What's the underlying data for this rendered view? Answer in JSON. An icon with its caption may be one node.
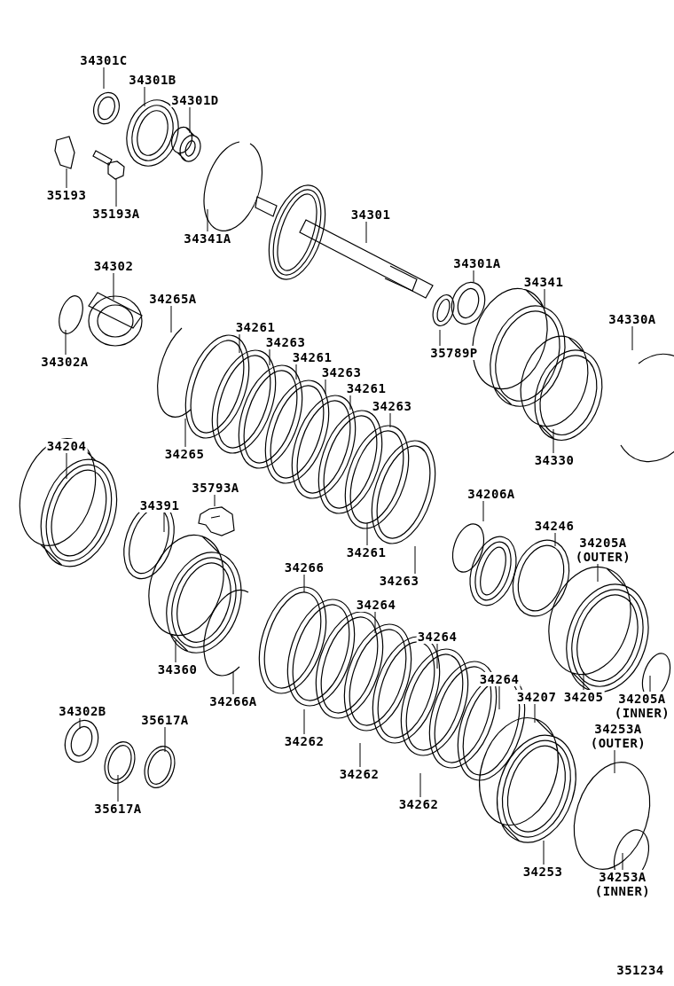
{
  "diagram": {
    "nodes": [
      {
        "text": [
          "34301C"
        ]
      },
      {
        "text": [
          "34301B"
        ]
      },
      {
        "text": [
          "34301D"
        ]
      },
      {
        "text": [
          "35193"
        ]
      },
      {
        "text": [
          "35193A"
        ]
      },
      {
        "text": [
          "34341A"
        ]
      },
      {
        "text": [
          "34301"
        ]
      },
      {
        "text": [
          "34301A"
        ]
      },
      {
        "text": [
          "35789P"
        ]
      },
      {
        "text": [
          "34341"
        ]
      },
      {
        "text": [
          "34330A"
        ]
      },
      {
        "text": [
          "34330"
        ]
      },
      {
        "text": [
          "34302"
        ]
      },
      {
        "text": [
          "34302A"
        ]
      },
      {
        "text": [
          "34265A"
        ]
      },
      {
        "text": [
          "34265"
        ]
      },
      {
        "text": [
          "34261"
        ]
      },
      {
        "text": [
          "34263"
        ]
      },
      {
        "text": [
          "34261"
        ]
      },
      {
        "text": [
          "34263"
        ]
      },
      {
        "text": [
          "34261"
        ]
      },
      {
        "text": [
          "34263"
        ]
      },
      {
        "text": [
          "34261"
        ]
      },
      {
        "text": [
          "34263"
        ]
      },
      {
        "text": [
          "34204"
        ]
      },
      {
        "text": [
          "34391"
        ]
      },
      {
        "text": [
          "35793A"
        ]
      },
      {
        "text": [
          "34206A"
        ]
      },
      {
        "text": [
          "34246"
        ]
      },
      {
        "text": [
          "34205A (OUTER)"
        ]
      },
      {
        "text": [
          "34266"
        ]
      },
      {
        "text": [
          "34360"
        ]
      },
      {
        "text": [
          "34264"
        ]
      },
      {
        "text": [
          "34266A"
        ]
      },
      {
        "text": [
          "34264"
        ]
      },
      {
        "text": [
          "34262"
        ]
      },
      {
        "text": [
          "34264"
        ]
      },
      {
        "text": [
          "34207"
        ]
      },
      {
        "text": [
          "34205"
        ]
      },
      {
        "text": [
          "34205A (INNER)"
        ]
      },
      {
        "text": [
          "34302B"
        ]
      },
      {
        "text": [
          "35617A"
        ]
      },
      {
        "text": [
          "34253A (OUTER)"
        ]
      },
      {
        "text": [
          "34262"
        ]
      },
      {
        "text": [
          "35617A"
        ]
      },
      {
        "text": [
          "34262"
        ]
      },
      {
        "text": [
          "34253"
        ]
      },
      {
        "text": [
          "34253A (INNER)"
        ]
      }
    ],
    "edges": [
      {
        "from": 0,
        "to": null,
        "arrow": "none"
      },
      {
        "from": 1,
        "to": null,
        "arrow": "none"
      },
      {
        "from": 2,
        "to": null,
        "arrow": "none"
      },
      {
        "from": 3,
        "to": null,
        "arrow": "none"
      },
      {
        "from": 4,
        "to": null,
        "arrow": "none"
      },
      {
        "from": 5,
        "to": null,
        "arrow": "none"
      },
      {
        "from": 6,
        "to": null,
        "arrow": "none"
      },
      {
        "from": 7,
        "to": null,
        "arrow": "none"
      },
      {
        "from": 8,
        "to": null,
        "arrow": "none"
      },
      {
        "from": 9,
        "to": null,
        "arrow": "none"
      },
      {
        "from": 10,
        "to": null,
        "arrow": "none"
      },
      {
        "from": 11,
        "to": null,
        "arrow": "none"
      },
      {
        "from": 12,
        "to": null,
        "arrow": "none"
      },
      {
        "from": 13,
        "to": null,
        "arrow": "none"
      },
      {
        "from": 14,
        "to": null,
        "arrow": "none"
      },
      {
        "from": 15,
        "to": null,
        "arrow": "none"
      },
      {
        "from": 16,
        "to": null,
        "arrow": "none"
      },
      {
        "from": 17,
        "to": null,
        "arrow": "none"
      },
      {
        "from": 18,
        "to": null,
        "arrow": "none"
      },
      {
        "from": 19,
        "to": null,
        "arrow": "none"
      },
      {
        "from": 20,
        "to": null,
        "arrow": "none"
      },
      {
        "from": 21,
        "to": null,
        "arrow": "none"
      },
      {
        "from": 22,
        "to": null,
        "arrow": "none"
      },
      {
        "from": 23,
        "to": null,
        "arrow": "none"
      },
      {
        "from": 24,
        "to": null,
        "arrow": "none"
      },
      {
        "from": 25,
        "to": null,
        "arrow": "none"
      },
      {
        "from": 26,
        "to": null,
        "arrow": "none"
      },
      {
        "from": 27,
        "to": null,
        "arrow": "none"
      },
      {
        "from": 28,
        "to": null,
        "arrow": "none"
      },
      {
        "from": 29,
        "to": null,
        "arrow": "none"
      },
      {
        "from": 30,
        "to": null,
        "arrow": "none"
      },
      {
        "from": 31,
        "to": null,
        "arrow": "none"
      },
      {
        "from": 32,
        "to": null,
        "arrow": "none"
      },
      {
        "from": 33,
        "to": null,
        "arrow": "none"
      },
      {
        "from": 34,
        "to": null,
        "arrow": "none"
      },
      {
        "from": 35,
        "to": null,
        "arrow": "none"
      },
      {
        "from": 36,
        "to": null,
        "arrow": "none"
      },
      {
        "from": 37,
        "to": null,
        "arrow": "none"
      },
      {
        "from": 38,
        "to": null,
        "arrow": "none"
      },
      {
        "from": 39,
        "to": null,
        "arrow": "none"
      },
      {
        "from": 40,
        "to": null,
        "arrow": "none"
      },
      {
        "from": 41,
        "to": null,
        "arrow": "none"
      },
      {
        "from": 42,
        "to": null,
        "arrow": "none"
      },
      {
        "from": 43,
        "to": null,
        "arrow": "none"
      },
      {
        "from": 44,
        "to": null,
        "arrow": "none"
      },
      {
        "from": 45,
        "to": null,
        "arrow": "none"
      },
      {
        "from": 46,
        "to": null,
        "arrow": "none"
      },
      {
        "from": 47,
        "to": null,
        "arrow": "none"
      }
    ],
    "labels": [
      "351234"
    ]
  }
}
